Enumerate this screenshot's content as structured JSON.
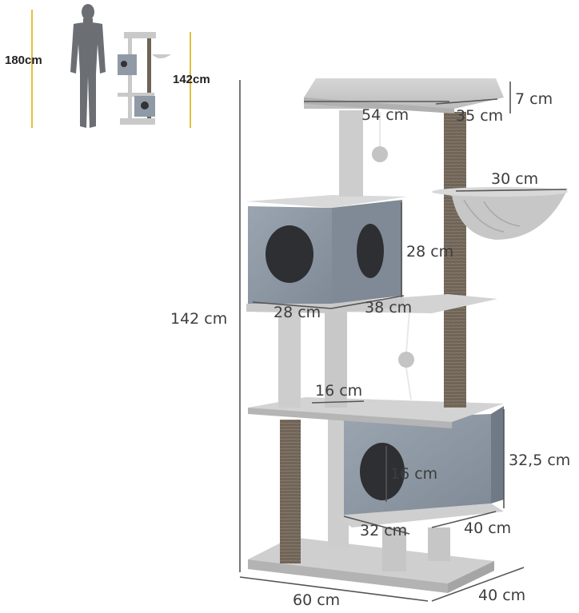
{
  "scale_comparison": {
    "person_height": "180cm",
    "tree_height": "142cm"
  },
  "dimensions": {
    "total_height": "142 cm",
    "top_platform_thickness": "7 cm",
    "top_platform_length": "54 cm",
    "top_platform_depth": "35 cm",
    "hammock_diameter": "30 cm",
    "upper_condo_height": "28 cm",
    "upper_condo_width": "28 cm",
    "upper_condo_depth": "38 cm",
    "middle_platform_label": "16 cm",
    "lower_condo_height": "32,5 cm",
    "lower_condo_hole": "16 cm",
    "lower_condo_width": "32 cm",
    "lower_condo_depth": "40 cm",
    "base_width": "60 cm",
    "base_depth": "40 cm"
  },
  "colors": {
    "plush": "#c9c9c9",
    "plush_dark": "#a8a8a8",
    "condo_felt": "#8f9aa6",
    "sisal": "#6e6356",
    "dimension_line": "#555555",
    "guide_yellow": "#e8c84a",
    "silhouette": "#6b6e72"
  }
}
